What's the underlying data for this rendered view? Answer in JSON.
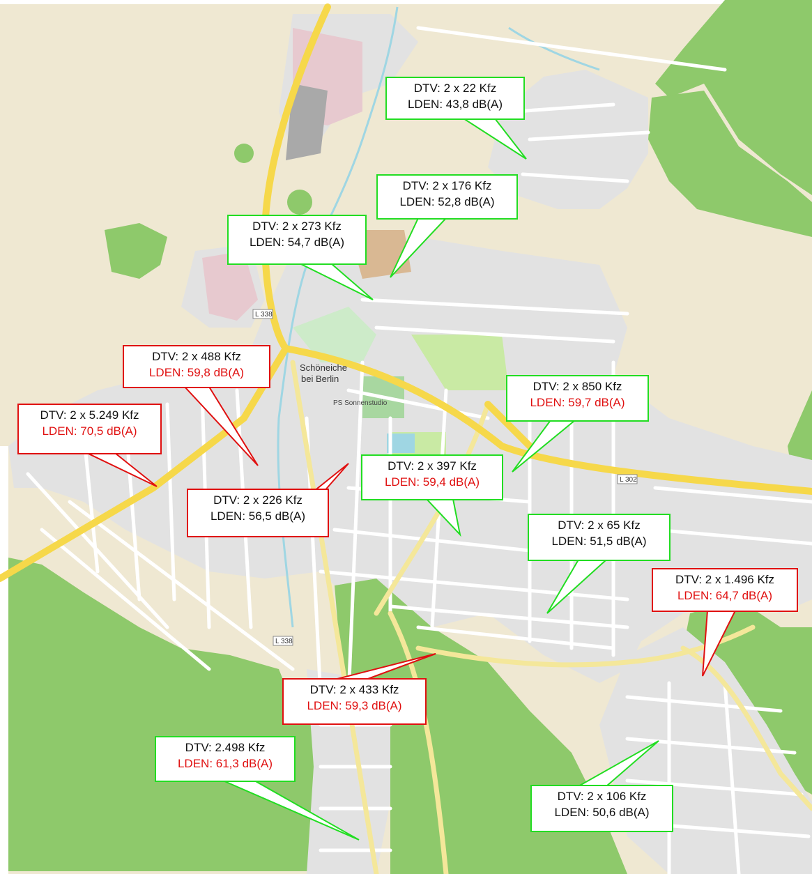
{
  "map": {
    "place_label": [
      "Schöneiche",
      "bei Berlin"
    ],
    "road_refs": [
      "L 338",
      "L 302",
      "L 338"
    ],
    "poi_label": "PS Sonnenstudio",
    "colors": {
      "ok": "#22dd22",
      "warn": "#e01010",
      "forest": "#8ec96b",
      "farmland": "#efe8d2",
      "residential": "#e2e2e2",
      "main_road": "#f6d84a",
      "water": "#9fd6e3"
    }
  },
  "callouts": [
    {
      "id": "c1",
      "dtv": "DTV: 2 x 22 Kfz",
      "lden": "LDEN: 43,8 dB(A)",
      "status": "ok",
      "lden_high": false
    },
    {
      "id": "c2",
      "dtv": "DTV: 2 x 176 Kfz",
      "lden": "LDEN: 52,8 dB(A)",
      "status": "ok",
      "lden_high": false
    },
    {
      "id": "c3",
      "dtv": "DTV: 2 x 273 Kfz",
      "lden": "LDEN: 54,7 dB(A)",
      "status": "ok",
      "lden_high": false
    },
    {
      "id": "c4",
      "dtv": "DTV: 2 x 488 Kfz",
      "lden": "LDEN: 59,8 dB(A)",
      "status": "warn",
      "lden_high": true
    },
    {
      "id": "c5",
      "dtv": "DTV: 2 x 850 Kfz",
      "lden": "LDEN: 59,7 dB(A)",
      "status": "ok",
      "lden_high": true
    },
    {
      "id": "c6",
      "dtv": "DTV: 2 x 5.249 Kfz",
      "lden": "LDEN: 70,5 dB(A)",
      "status": "warn",
      "lden_high": true
    },
    {
      "id": "c7",
      "dtv": "DTV: 2 x 397 Kfz",
      "lden": "LDEN: 59,4 dB(A)",
      "status": "ok",
      "lden_high": true
    },
    {
      "id": "c8",
      "dtv": "DTV: 2 x 226 Kfz",
      "lden": "LDEN: 56,5 dB(A)",
      "status": "warn",
      "lden_high": false
    },
    {
      "id": "c9",
      "dtv": "DTV: 2 x 65 Kfz",
      "lden": "LDEN: 51,5 dB(A)",
      "status": "ok",
      "lden_high": false
    },
    {
      "id": "c10",
      "dtv": "DTV: 2 x 1.496 Kfz",
      "lden": "LDEN: 64,7 dB(A)",
      "status": "warn",
      "lden_high": true
    },
    {
      "id": "c11",
      "dtv": "DTV: 2 x 433 Kfz",
      "lden": "LDEN: 59,3 dB(A)",
      "status": "warn",
      "lden_high": true
    },
    {
      "id": "c12",
      "dtv": "DTV: 2.498 Kfz",
      "lden": "LDEN: 61,3 dB(A)",
      "status": "ok",
      "lden_high": true
    },
    {
      "id": "c13",
      "dtv": "DTV: 2 x 106 Kfz",
      "lden": "LDEN: 50,6 dB(A)",
      "status": "ok",
      "lden_high": false
    }
  ]
}
